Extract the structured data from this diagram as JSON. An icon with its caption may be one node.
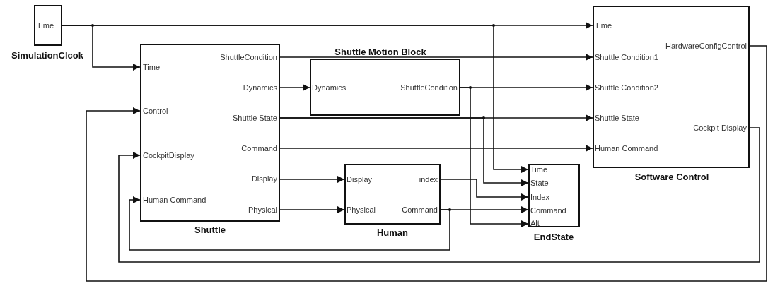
{
  "diagram": {
    "nodes": [
      {
        "text": [
          "Time",
          "SimulationClcok"
        ]
      },
      {
        "text": [
          "Time",
          "Control",
          "CockpitDisplay",
          "Human Command",
          "ShuttleCondition",
          "Dynamics",
          "Shuttle State",
          "Command",
          "Display",
          "Physical",
          "Shuttle"
        ]
      },
      {
        "text": [
          "Shuttle Motion Block",
          "Dynamics",
          "ShuttleCondition"
        ]
      },
      {
        "text": [
          "Display",
          "index",
          "Physical",
          "Command",
          "Human"
        ]
      },
      {
        "text": [
          "Time",
          "State",
          "Index",
          "Command",
          "Alt",
          "EndState"
        ]
      },
      {
        "text": [
          "Time",
          "Shuttle Condition1",
          "Shuttle Condition2",
          "Shuttle State",
          "Human Command",
          "HardwareConfigControl",
          "Cockpit Display",
          "Software Control"
        ]
      }
    ],
    "edges": [
      {
        "from": 0,
        "to": 1,
        "arrow": "to"
      },
      {
        "from": 0,
        "to": 5,
        "arrow": "to"
      },
      {
        "from": 0,
        "to": 4,
        "arrow": "to"
      },
      {
        "from": 1,
        "to": 5,
        "arrow": "to"
      },
      {
        "from": 1,
        "to": 2,
        "arrow": "to"
      },
      {
        "from": 2,
        "to": 5,
        "arrow": "to"
      },
      {
        "from": 2,
        "to": 4,
        "arrow": "to"
      },
      {
        "from": 1,
        "to": 5,
        "arrow": "to"
      },
      {
        "from": 1,
        "to": 4,
        "arrow": "to"
      },
      {
        "from": 1,
        "to": 5,
        "arrow": "to"
      },
      {
        "from": 1,
        "to": 3,
        "arrow": "to"
      },
      {
        "from": 1,
        "to": 3,
        "arrow": "to"
      },
      {
        "from": 3,
        "to": 4,
        "arrow": "to"
      },
      {
        "from": 3,
        "to": 4,
        "arrow": "to"
      },
      {
        "from": 3,
        "to": 1,
        "arrow": "to"
      },
      {
        "from": 5,
        "to": 1,
        "arrow": "to"
      },
      {
        "from": 5,
        "to": 1,
        "arrow": "to"
      }
    ]
  }
}
